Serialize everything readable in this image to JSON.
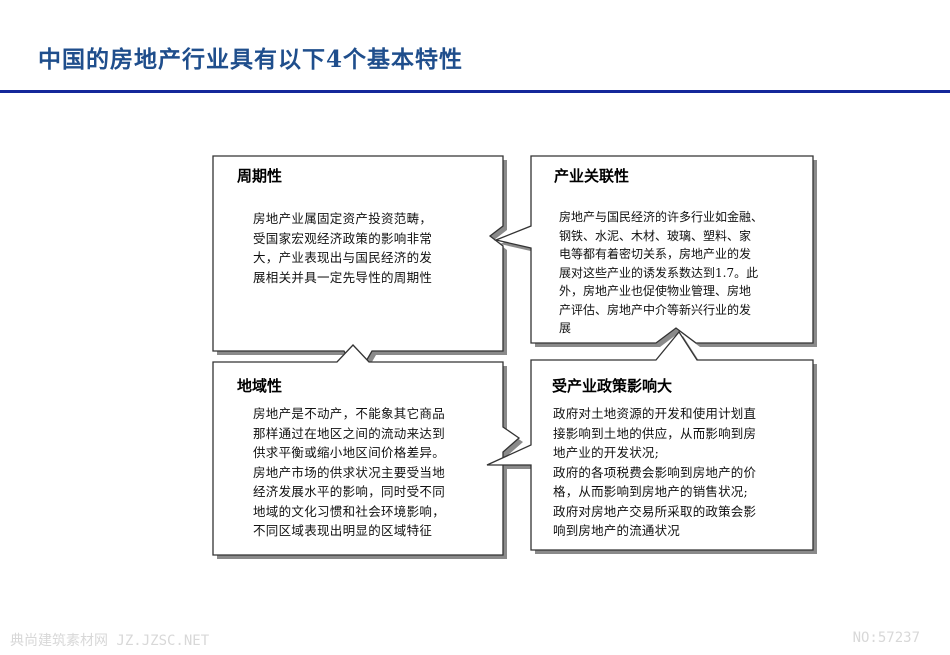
{
  "slide": {
    "title": "中国的房地产行业具有以下4个基本特性"
  },
  "boxes": {
    "cyclical": {
      "title": "周期性",
      "lines": [
        "房地产业属固定资产投资范畴，",
        "受国家宏观经济政策的影响非常",
        "大，产业表现出与国民经济的发",
        "展相关并具一定先导性的周期性"
      ]
    },
    "industry_linkage": {
      "title": "产业关联性",
      "lines": [
        "房地产与国民经济的许多行业如金融、",
        "钢铁、水泥、木材、玻璃、塑料、家",
        "电等都有着密切关系，房地产业的发",
        "展对这些产业的诱发系数达到1.7。此",
        "外，房地产业也促使物业管理、房地",
        "产评估、房地产中介等新兴行业的发",
        "展"
      ]
    },
    "regional": {
      "title": "地域性",
      "lines": [
        "房地产是不动产，不能象其它商品",
        "那样通过在地区之间的流动来达到",
        "供求平衡或缩小地区间价格差异。",
        "房地产市场的供求状况主要受当地",
        "经济发展水平的影响，同时受不同",
        "地域的文化习惯和社会环境影响，",
        "不同区域表现出明显的区域特征"
      ]
    },
    "policy": {
      "title": "受产业政策影响大",
      "lines": [
        "政府对土地资源的开发和使用计划直",
        "接影响到土地的供应，从而影响到房",
        "地产业的开发状况;",
        "政府的各项税费会影响到房地产的价",
        "格，从而影响到房地产的销售状况;",
        "政府对房地产交易所采取的政策会影",
        "响到房地产的流通状况"
      ]
    }
  },
  "footer": {
    "watermark_left": "典尚建筑素材网 JZ.JZSC.NET",
    "watermark_right": "NO:57237"
  },
  "colors": {
    "title": "#1f4e8c",
    "rule": "#14289a",
    "box_fill": "#ffffff",
    "box_stroke": "#333333",
    "box_shadow": "#8a8a8a"
  }
}
